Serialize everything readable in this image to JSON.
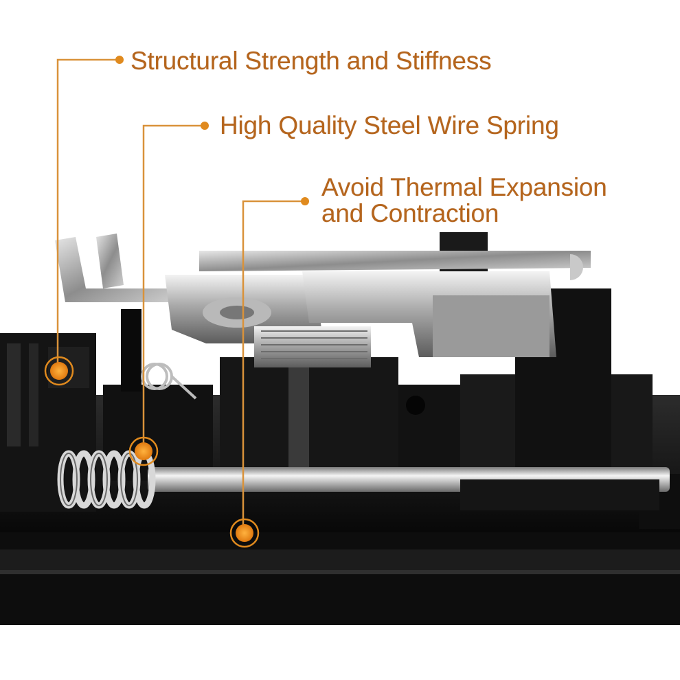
{
  "image": {
    "description_icon": "door-handle-latch-mechanism",
    "accent_color": "#e08a1e",
    "line_color": "#d9923a",
    "text_color": "#b5651d"
  },
  "callouts": [
    {
      "label": "Structural Strength and Stiffness"
    },
    {
      "label": "High Quality Steel Wire Spring"
    },
    {
      "label": "Avoid Thermal Expansion\nand Contraction"
    }
  ]
}
